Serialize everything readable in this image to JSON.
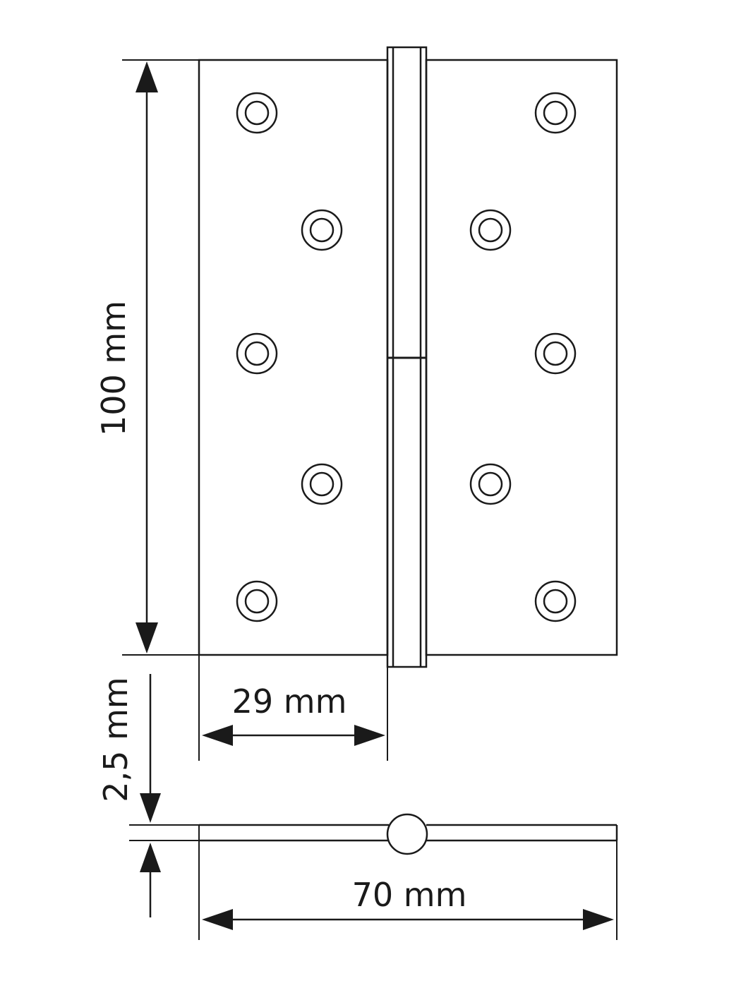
{
  "dimensions": {
    "height_label": "100 mm",
    "leaf_width_label": "29 mm",
    "thickness_label": "2,5 mm",
    "total_width_label": "70 mm"
  },
  "colors": {
    "line": "#1a1a1a",
    "background": "#ffffff"
  }
}
